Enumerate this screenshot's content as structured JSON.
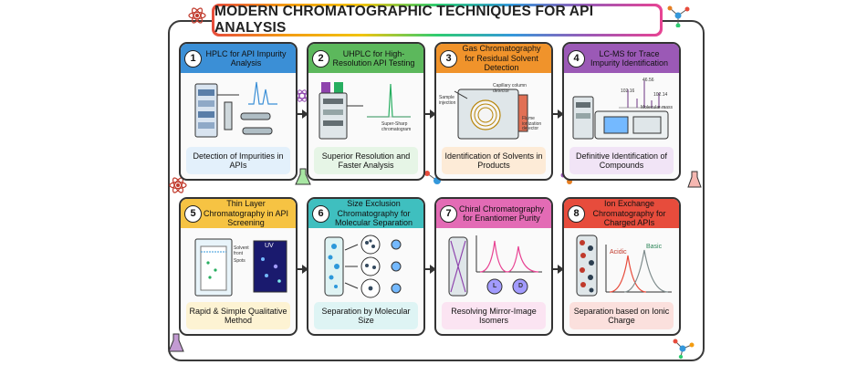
{
  "title": "MODERN CHROMATOGRAPHIC TECHNIQUES FOR API ANALYSIS",
  "cards": [
    {
      "num": "1",
      "heading": "HPLC for API Impurity Analysis",
      "caption": "Detection of Impurities in APIs",
      "labels": []
    },
    {
      "num": "2",
      "heading": "UHPLC for High-Resolution API Testing",
      "caption": "Superior Resolution and Faster Analysis",
      "labels": [
        "Super-Sharp chromatogram"
      ]
    },
    {
      "num": "3",
      "heading": "Gas Chromatography for Residual Solvent Detection",
      "caption": "Identification of Solvents in Products",
      "labels": [
        "Sample injection",
        "Capillary column detector",
        "Flame ionization detector"
      ]
    },
    {
      "num": "4",
      "heading": "LC-MS for Trace Impurity Identification",
      "caption": "Definitive Identification of Compounds",
      "labels": [
        "46.56",
        "102.16",
        "102.14",
        "Molecular mass"
      ]
    },
    {
      "num": "5",
      "heading": "Thin Layer Chromatography in API Screening",
      "caption": "Rapid & Simple Qualitative Method",
      "labels": [
        "Solvent front",
        "Spots",
        "UV"
      ]
    },
    {
      "num": "6",
      "heading": "Size Exclusion Chromatography for Molecular Separation",
      "caption": "Separation by Molecular Size",
      "labels": []
    },
    {
      "num": "7",
      "heading": "Chiral Chromatography for Enantiomer Purity",
      "caption": "Resolving Mirror-Image Isomers",
      "labels": [
        "L",
        "D"
      ]
    },
    {
      "num": "8",
      "heading": "Ion Exchange Chromatography for Charged APIs",
      "caption": "Separation based on Ionic Charge",
      "labels": [
        "Acidic",
        "Basic"
      ]
    }
  ],
  "colors": {
    "blue": "#3b8fd6",
    "green": "#5cb85c",
    "orange": "#f0932b",
    "purple": "#9b59b6",
    "yellow": "#f6c343",
    "teal": "#3fbfbf",
    "pink": "#e36bb5",
    "red": "#e74c3c"
  }
}
